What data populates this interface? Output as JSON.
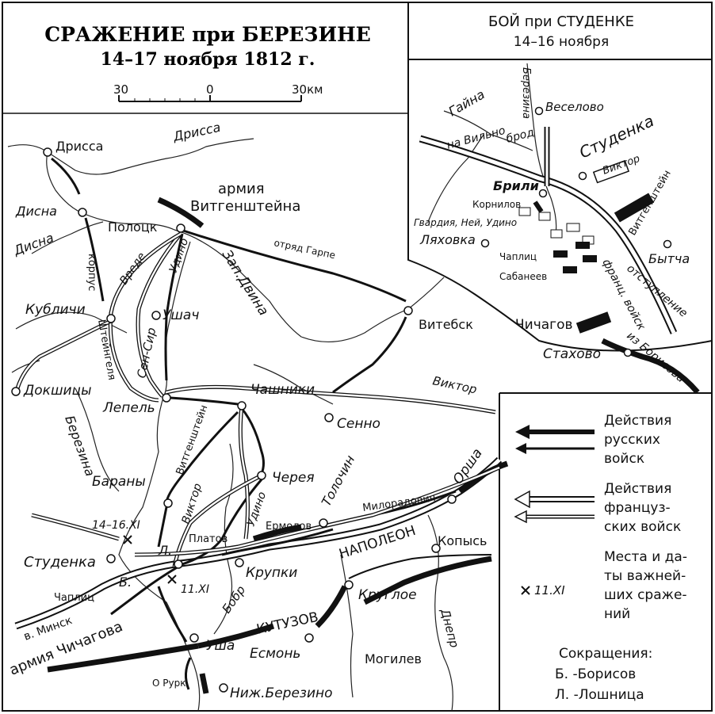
{
  "main": {
    "title": "СРАЖЕНИЕ при БЕРЕЗИНЕ",
    "subtitle": "14–17 ноября 1812 г.",
    "scale": {
      "left": "30",
      "center": "0",
      "right": "30км"
    }
  },
  "inset": {
    "title": "БОЙ при СТУДЕНКЕ",
    "subtitle": "14–16 ноября",
    "labels": {
      "gaina": "Гайна",
      "berezina": "Березина",
      "veselovo": "Веселово",
      "brod": "брод",
      "studenka": "Студенка",
      "na_vilno": "на Вильно",
      "viktor": "Виктор",
      "brili": "Брили",
      "kornilov": "Корнилов",
      "vitgenshtein": "Витгенштейн",
      "gvardia": "Гвардия, Ней, Удино",
      "lyakhovka": "Ляховка",
      "chaplits": "Чаплиц",
      "sabaneev": "Сабанеев",
      "bytcha": "Бытча",
      "otstuplenie": "отступление",
      "frants_voisk": "франц. войск",
      "chichagov": "Чичагов",
      "iz_borisova": "из Борисова",
      "stakhovo": "Стахово"
    }
  },
  "places": {
    "drissa_town": "Дрисса",
    "drissa_river": "Дрисса",
    "disna_town": "Дисна",
    "disna_river": "Дисна",
    "polotsk": "Полоцк",
    "ushach": "Ушач",
    "kublichi": "Кубличи",
    "dokshitsy": "Докшицы",
    "lepel": "Лепель",
    "chashniki": "Чашники",
    "senno": "Сенно",
    "vitebsk": "Витебск",
    "zap_dvina": "Зап.Двина",
    "berezina": "Березина",
    "barany": "Бараны",
    "cherea": "Черея",
    "tolochin": "Толочин",
    "orsha": "Орша",
    "kopys": "Копысь",
    "studenka": "Студенка",
    "b": "Б.",
    "l": "Л.",
    "krupki": "Крупки",
    "krugloe": "Круглое",
    "usha": "Уша",
    "bobr": "Бобр",
    "esmon": "Есмонь",
    "mogilev": "Могилев",
    "dnepr": "Днепр",
    "nizh_berezino": "Ниж.Березино",
    "v_minsk": "в. Минск"
  },
  "units": {
    "army_vitgenshtein_1": "армия",
    "army_vitgenshtein_2": "Витгенштейна",
    "otryad_garpe": "отряд Гарпе",
    "korpus": "корпус",
    "shteingelya": "Штейнгеля",
    "vrede": "Вреде",
    "udino1": "Удино",
    "sen_sir": "Сен-Сир",
    "vitgenshtein": "Витгенштейн",
    "viktor1": "Виктор",
    "viktor2": "Виктор",
    "udino2": "Удино",
    "miloradovich": "Милорадович",
    "ermolov": "Ермолов",
    "platov": "Платов",
    "napoleon": "НАПОЛЕОН",
    "kutuzov": "КУТУЗОВ",
    "chaplits": "Чаплиц",
    "army_chichagova": "армия Чичагова",
    "o_rurk": "О Рурк"
  },
  "battles": {
    "date1": "14–16.XI",
    "date2": "11.XI"
  },
  "legend": {
    "russian": [
      "Действия",
      "русских",
      "войск"
    ],
    "french": [
      "Действия",
      "француз-",
      "ских войск"
    ],
    "battles": [
      "Места и да-",
      "ты важней-",
      "ших сраже-",
      "ний"
    ],
    "battle_sample": "11.XI",
    "abbr_title": "Сокращения:",
    "abbr_b": "Б. -Борисов",
    "abbr_l": "Л. -Лошница"
  }
}
